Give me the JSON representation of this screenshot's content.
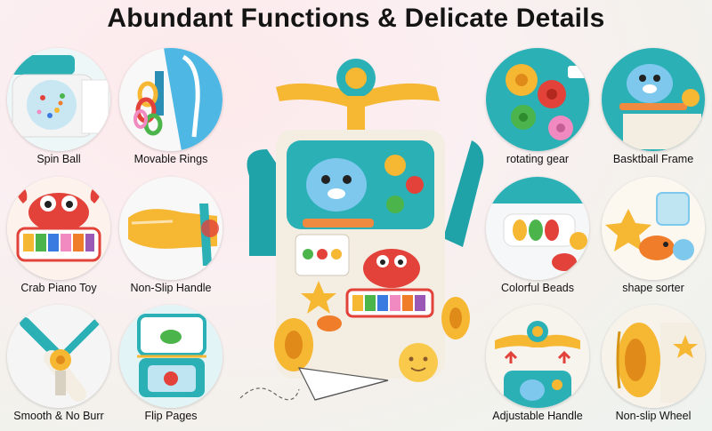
{
  "title": "Abundant Functions & Delicate Details",
  "features_left": [
    {
      "label": "Spin Ball",
      "icon": "spin-ball-icon"
    },
    {
      "label": "Movable Rings",
      "icon": "rings-icon"
    },
    {
      "label": "Crab Piano Toy",
      "icon": "crab-piano-icon"
    },
    {
      "label": "Non-Slip Handle",
      "icon": "handle-icon"
    },
    {
      "label": "Smooth & No Burr",
      "icon": "hinge-icon"
    },
    {
      "label": "Flip Pages",
      "icon": "flip-pages-icon"
    }
  ],
  "features_right": [
    {
      "label": "rotating gear",
      "icon": "gear-icon"
    },
    {
      "label": "Basktball Frame",
      "icon": "basketball-frame-icon"
    },
    {
      "label": "Colorful Beads",
      "icon": "beads-icon"
    },
    {
      "label": "shape sorter",
      "icon": "shape-sorter-icon"
    },
    {
      "label": "Adjustable Handle",
      "icon": "adjustable-handle-icon"
    },
    {
      "label": "Non-slip Wheel",
      "icon": "wheel-icon"
    }
  ],
  "colors": {
    "teal": "#1fa3a8",
    "yellow": "#f6b733",
    "orange": "#ef7d2a",
    "red": "#e2423a",
    "cream": "#f4eee2"
  }
}
